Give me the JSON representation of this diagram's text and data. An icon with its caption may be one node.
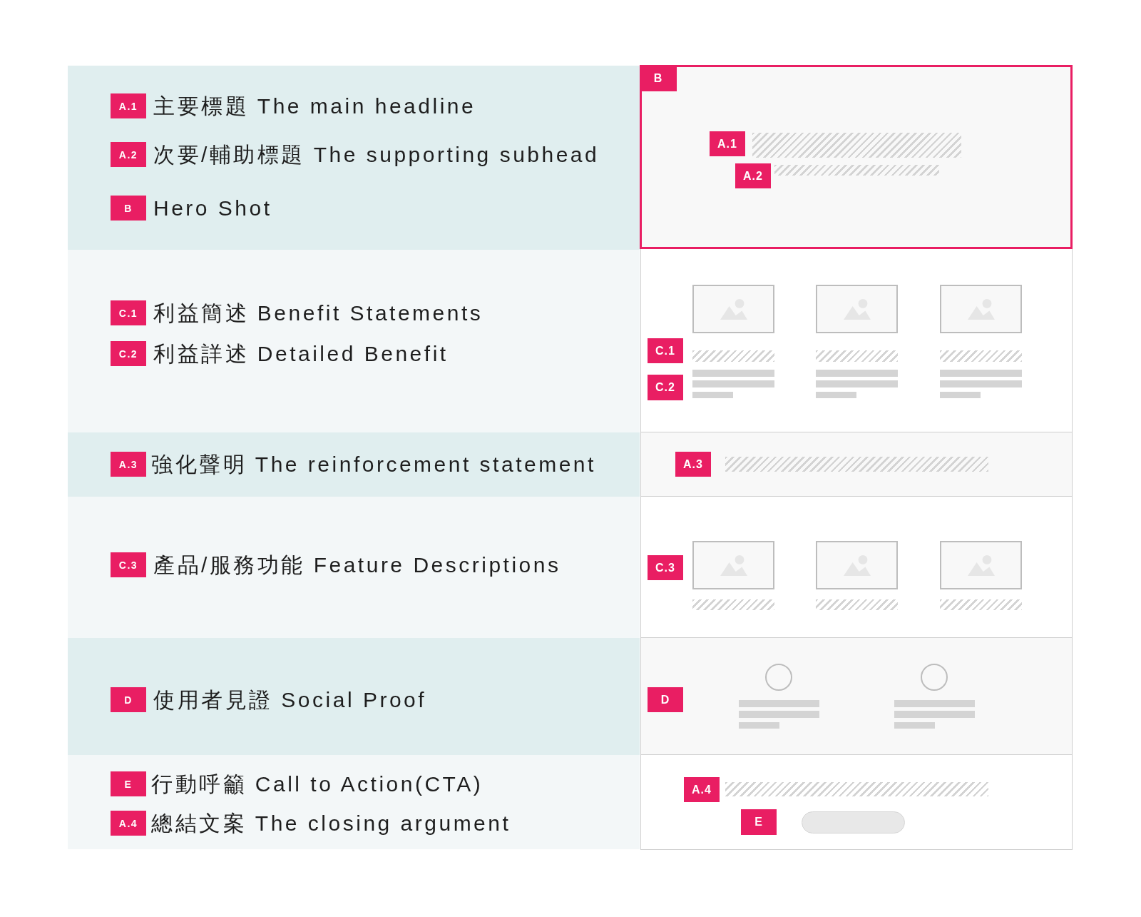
{
  "diagram": {
    "nodes": [
      {
        "text": [],
        "shape": "band"
      },
      {
        "text": [
          "A.1"
        ],
        "in": 0,
        "beside": [
          "主要標題 The main headline"
        ]
      },
      {
        "text": [
          "A.2"
        ],
        "in": 0,
        "beside": [
          "次要/輔助標題 The supporting subhead"
        ]
      },
      {
        "text": [
          "B"
        ],
        "in": 0,
        "beside": [
          "Hero Shot"
        ]
      },
      {
        "text": [],
        "shape": "box"
      },
      {
        "text": [
          "B"
        ],
        "in": 4
      },
      {
        "text": [
          "A.1"
        ],
        "in": 4
      },
      {
        "text": [],
        "shape": "bar",
        "in": 4
      },
      {
        "text": [
          "A.2"
        ],
        "in": 4
      },
      {
        "text": [],
        "shape": "bar",
        "in": 4
      },
      {
        "text": [],
        "shape": "band"
      },
      {
        "text": [
          "C.1"
        ],
        "in": 10,
        "beside": [
          "利益簡述 Benefit Statements"
        ]
      },
      {
        "text": [
          "C.2"
        ],
        "in": 10,
        "beside": [
          "利益詳述 Detailed Benefit"
        ]
      },
      {
        "text": [],
        "shape": "box"
      },
      {
        "text": [
          "C.1"
        ],
        "in": 13
      },
      {
        "text": [],
        "shape": "bar",
        "in": 13
      },
      {
        "text": [],
        "shape": "bar",
        "in": 13
      },
      {
        "text": [],
        "shape": "bar",
        "in": 13
      },
      {
        "text": [
          "C.2"
        ],
        "in": 13
      },
      {
        "text": [],
        "shape": "band"
      },
      {
        "text": [
          "A.3"
        ],
        "in": 19,
        "beside": [
          "強化聲明 The reinforcement statement"
        ]
      },
      {
        "text": [],
        "shape": "box"
      },
      {
        "text": [
          "A.3"
        ],
        "in": 21
      },
      {
        "text": [],
        "shape": "bar",
        "in": 21
      },
      {
        "text": [],
        "shape": "band"
      },
      {
        "text": [
          "C.3"
        ],
        "in": 24,
        "beside": [
          "產品/服務功能 Feature Descriptions"
        ]
      },
      {
        "text": [],
        "shape": "box"
      },
      {
        "text": [
          "C.3"
        ],
        "in": 26
      },
      {
        "text": [],
        "shape": "bar",
        "in": 26
      },
      {
        "text": [],
        "shape": "bar",
        "in": 26
      },
      {
        "text": [],
        "shape": "bar",
        "in": 26
      },
      {
        "text": [],
        "shape": "band"
      },
      {
        "text": [
          "D"
        ],
        "in": 31,
        "beside": [
          "使用者見證 Social Proof"
        ]
      },
      {
        "text": [],
        "shape": "box"
      },
      {
        "text": [
          "D"
        ],
        "in": 33
      },
      {
        "text": [],
        "shape": "band"
      },
      {
        "text": [
          "E"
        ],
        "in": 35,
        "beside": [
          "行動呼籲 Call to Action(CTA)"
        ]
      },
      {
        "text": [
          "A.4"
        ],
        "in": 35,
        "beside": [
          "總結文案 The closing argument"
        ]
      },
      {
        "text": [],
        "shape": "box"
      },
      {
        "text": [
          "A.4"
        ],
        "in": 38
      },
      {
        "text": [],
        "shape": "bar",
        "in": 38
      },
      {
        "text": [
          "E"
        ],
        "in": 38
      }
    ]
  }
}
